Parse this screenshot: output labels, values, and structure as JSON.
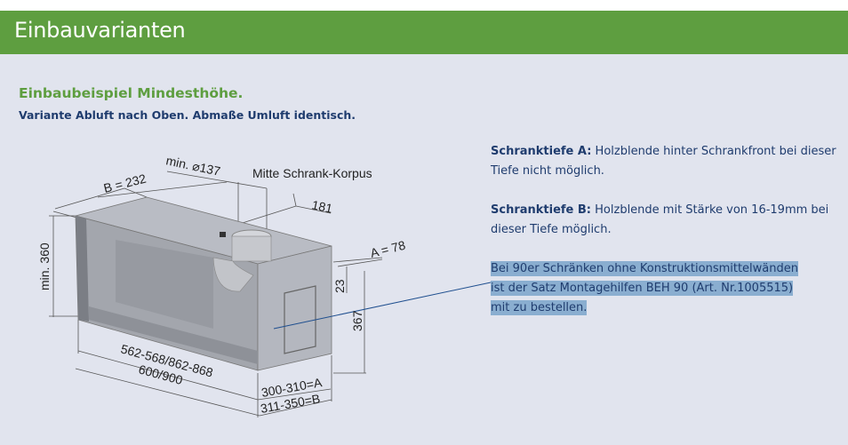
{
  "header": {
    "title": "Einbauvarianten"
  },
  "section": {
    "title": "Einbaubeispiel Mindesthöhe.",
    "subtitle": "Variante Abluft nach Oben. Abmaße Umluft identisch."
  },
  "notes": {
    "a_label": "Schranktiefe A:",
    "a_text": " Holzblende hinter Schrankfront bei dieser Tiefe nicht möglich.",
    "b_label": "Schranktiefe B:",
    "b_text": " Holzblende mit Stärke von 16-19mm bei dieser Tiefe möglich.",
    "highlight_lines": [
      "Bei 90er Schränken ohne Konstruktionsmittelwänden",
      "ist der Satz Montagehilfen BEH 90  (Art. Nr.1005515)",
      "mit zu bestellen."
    ]
  },
  "diagram": {
    "labels": {
      "diameter": "min. ⌀137",
      "center": "Mitte Schrank-Korpus",
      "b_depth": "B = 232",
      "d181": "181",
      "a_depth": "A = 78",
      "min_height": "min. 360",
      "d23": "23",
      "d367": "367",
      "width_inner": "562-568/862-868",
      "width_outer": "600/900",
      "depth_a": "300-310=A",
      "depth_b": "311-350=B"
    }
  }
}
